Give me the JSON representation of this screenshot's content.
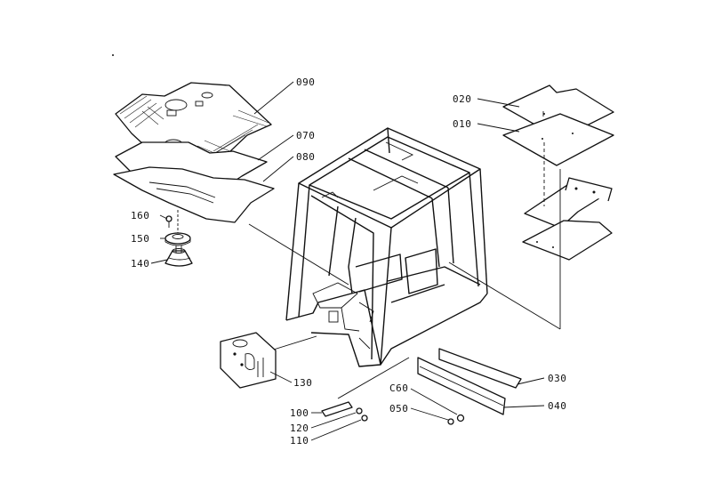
{
  "labels": {
    "p090": "090",
    "p070": "070",
    "p080": "080",
    "p020": "020",
    "p010": "010",
    "p160": "160",
    "p150": "150",
    "p140": "140",
    "p130": "130",
    "p030": "030",
    "p040": "040",
    "p060": "C60",
    "p050": "050",
    "p100": "100",
    "p120": "120",
    "p110": "110"
  },
  "colors": {
    "ink": "#111111",
    "paper": "#ffffff"
  }
}
